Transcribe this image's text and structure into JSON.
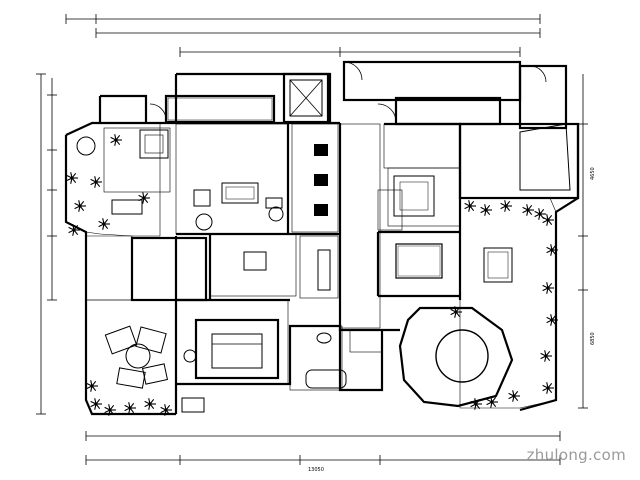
{
  "drawing": {
    "bottom_dimension_label": "13050",
    "right_dimension_label": "4650",
    "right_dimension_label_2": "6850"
  },
  "watermark": {
    "text": "zhulong.com"
  },
  "colors": {
    "ink": "#000000",
    "paper": "#ffffff",
    "watermark": "#9a9a9a"
  }
}
